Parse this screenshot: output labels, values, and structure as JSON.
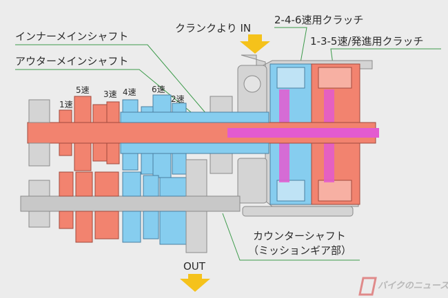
{
  "labels": {
    "inner_main_shaft": "インナーメインシャフト",
    "outer_main_shaft": "アウターメインシャフト",
    "crank_in": "クランクより IN",
    "clutch_246": "2-4-6速用クラッチ",
    "clutch_135": "1-3-5速/発進用クラッチ",
    "counter_shaft_line1": "カウンターシャフト",
    "counter_shaft_line2": "（ミッションギア部）",
    "out": "OUT"
  },
  "gears": {
    "g1": "1速",
    "g5": "5速",
    "g3": "3速",
    "g4": "4速",
    "g6": "6速",
    "g2": "2速"
  },
  "watermark": "バイクのニュース",
  "colors": {
    "odd_gear_shaft": "#f2836f",
    "even_gear_shaft": "#86cdef",
    "counter_shaft": "#c8c8c8",
    "clutch_pink": "#e35bd0",
    "arrow": "#f5c21b",
    "leader_line": "#3c9a4a",
    "background": "#ececec"
  }
}
